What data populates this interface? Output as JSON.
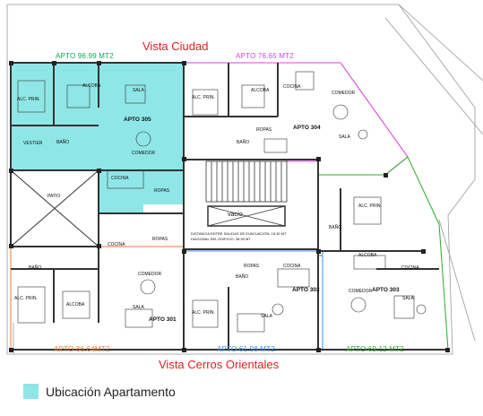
{
  "views": {
    "top": "Vista Ciudad",
    "bottom": "Vista Cerros Orientales"
  },
  "apartments": {
    "apt305": {
      "area": "APTO  96.99 MT2",
      "name": "APTO 305",
      "color": "#00b050",
      "highlight": "#8fe6e6"
    },
    "apt304": {
      "area": "APTO  76.65 MT2",
      "name": "APTO 304",
      "color": "#e040e0"
    },
    "apt301": {
      "area": "APTO  86.64MT2",
      "name": "APTO 301",
      "color": "#f07a2a"
    },
    "apt302": {
      "area": "APTO  61.98 MT2",
      "name": "APTO 302",
      "color": "#3a8ee8"
    },
    "apt303": {
      "area": "APTO  69.12  MT2",
      "name": "APTO 303",
      "color": "#2ea82e"
    }
  },
  "rooms": {
    "alc_prin": "ALC. PRIN.",
    "alcoba": "ALCOBA",
    "sala": "SALA",
    "comedor": "COMEDOR",
    "cocina": "COCINA",
    "bano": "BAÑO",
    "ropas": "ROPAS",
    "vestier": "VESTIER",
    "patio": "PATIO",
    "vacio": "vacío"
  },
  "notes": {
    "evac": "DISTANCIA ENTRE SALIDAS DE EVACUACIÓN: 15.30 MT",
    "diag": "DIAGONAL DEL EDIFICIO: 38.90 MT"
  },
  "legend": {
    "label": "Ubicación Apartamento",
    "color": "#8fe6e6"
  },
  "colors": {
    "view_title": "#e02020",
    "wall": "#333333"
  }
}
